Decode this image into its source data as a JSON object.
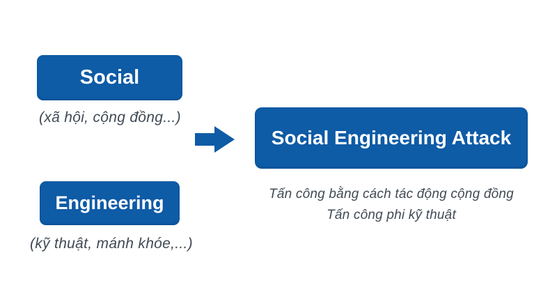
{
  "diagram": {
    "title_semantic": "social-engineering-term-breakdown",
    "source_terms": [
      {
        "label": "Social",
        "note": "(xã hội, cộng đồng...)"
      },
      {
        "label": "Engineering",
        "note": "(kỹ thuật, mánh khóe,...)"
      }
    ],
    "arrow": {
      "icon": "right-arrow-icon",
      "direction": "right"
    },
    "result": {
      "label": "Social Engineering Attack",
      "description_lines": [
        "Tấn công bằng cách tác động cộng đồng",
        "Tấn công phi kỹ thuật"
      ]
    }
  },
  "colors": {
    "box_blue": "#0e5ba6",
    "text_dark": "#414a54",
    "background": "#ffffff"
  }
}
